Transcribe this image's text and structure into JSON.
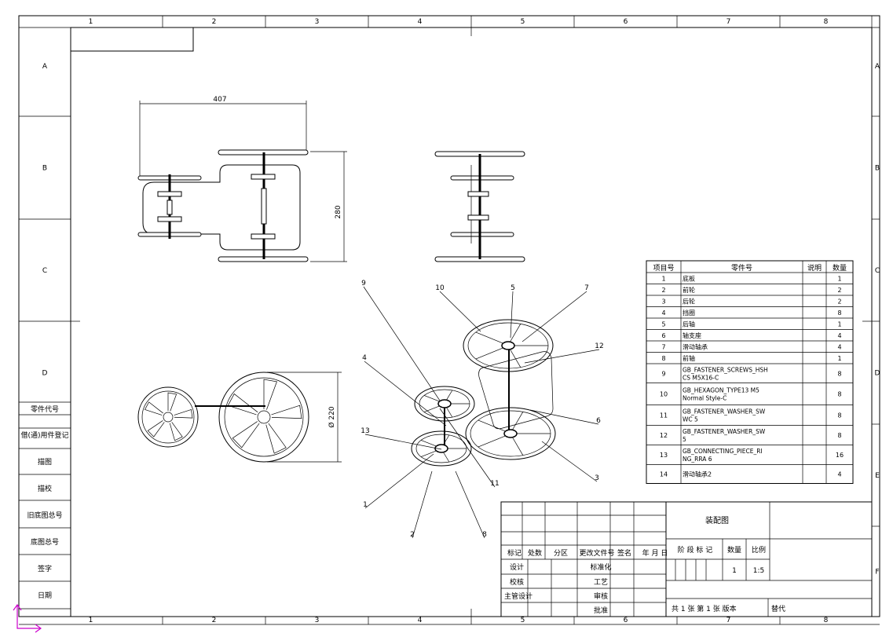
{
  "frame": {
    "columns": [
      "1",
      "2",
      "3",
      "4",
      "5",
      "6",
      "7",
      "8"
    ],
    "rows": [
      "A",
      "B",
      "C",
      "D",
      "E",
      "F"
    ]
  },
  "side_panel": [
    "零件代号",
    "借(通)用件登记",
    "描图",
    "描校",
    "旧底图总号",
    "底图总号",
    "签字",
    "日期"
  ],
  "dimensions": {
    "top_width": "407",
    "top_height": "280",
    "wheel_diameter": "Ø 220"
  },
  "balloons": [
    "9",
    "10",
    "5",
    "7",
    "12",
    "4",
    "6",
    "13",
    "3",
    "11",
    "1",
    "2",
    "8"
  ],
  "bom": {
    "headers": [
      "项目号",
      "零件号",
      "说明",
      "数量"
    ],
    "rows": [
      {
        "no": "1",
        "part": "底板",
        "desc": "",
        "qty": "1"
      },
      {
        "no": "2",
        "part": "前轮",
        "desc": "",
        "qty": "2"
      },
      {
        "no": "3",
        "part": "后轮",
        "desc": "",
        "qty": "2"
      },
      {
        "no": "4",
        "part": "挡圈",
        "desc": "",
        "qty": "8"
      },
      {
        "no": "5",
        "part": "后轴",
        "desc": "",
        "qty": "1"
      },
      {
        "no": "6",
        "part": "轴支座",
        "desc": "",
        "qty": "4"
      },
      {
        "no": "7",
        "part": "滑动轴承",
        "desc": "",
        "qty": "4"
      },
      {
        "no": "8",
        "part": "前轴",
        "desc": "",
        "qty": "1"
      },
      {
        "no": "9",
        "part": "GB_FASTENER_SCREWS_HSH",
        "part2": "CS M5X16-C",
        "desc": "",
        "qty": "8"
      },
      {
        "no": "10",
        "part": "GB_HEXAGON_TYPE13 M5",
        "part2": "Normal Style-C",
        "desc": "",
        "qty": "8"
      },
      {
        "no": "11",
        "part": "GB_FASTENER_WASHER_SW",
        "part2": "WC 5",
        "desc": "",
        "qty": "8"
      },
      {
        "no": "12",
        "part": "GB_FASTENER_WASHER_SW",
        "part2": "5",
        "desc": "",
        "qty": "8"
      },
      {
        "no": "13",
        "part": "GB_CONNECTING_PIECE_RI",
        "part2": "NG_RRA 6",
        "desc": "",
        "qty": "16"
      },
      {
        "no": "14",
        "part": "滑动轴承2",
        "desc": "",
        "qty": "4"
      }
    ]
  },
  "title_block": {
    "drawing_name": "装配图",
    "rev_headers": [
      "标记",
      "处数",
      "分区",
      "更改文件号",
      "签名",
      "年 月 日"
    ],
    "roles_left": [
      "设计",
      "校核",
      "主管设计"
    ],
    "roles_mid": [
      "标准化",
      "工艺",
      "审核",
      "批准"
    ],
    "stage_label": "阶 段 标 记",
    "weight_label": "数量",
    "scale_label": "比例",
    "weight_value": "1",
    "scale_value": "1:5",
    "sheets": "共 1 张  第 1 张 版本",
    "replace": "替代"
  },
  "colors": {
    "line": "#000000",
    "axis_icon": "#cc00cc"
  }
}
